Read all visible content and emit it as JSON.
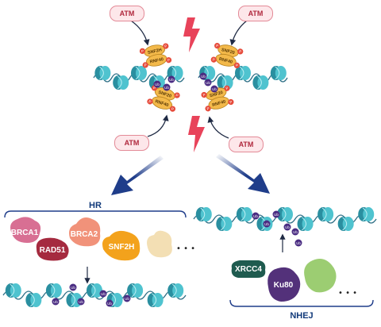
{
  "kinase": {
    "label": "ATM"
  },
  "remodeler": {
    "snf2h": "SNF2H",
    "rnf40": "RNF40",
    "snf20": "SNF20",
    "phospho": "P"
  },
  "ubiquitin": "Ub",
  "hr": {
    "title": "HR",
    "proteins": [
      "BRCA1",
      "RAD51",
      "BRCA2",
      "SNF2H"
    ],
    "ellipsis": "• • •"
  },
  "nhej": {
    "title": "NHEJ",
    "proteins": [
      "XRCC4",
      "Ku80"
    ],
    "ellipsis": "• • •"
  },
  "colors": {
    "nucleosome": "#4fc3cf",
    "nucleosome_dark": "#2a8fa0",
    "dna": "#2f6f86",
    "remodeler": "#f3b94a",
    "remodeler_edge": "#b7821d",
    "phospho": "#e64b3b",
    "ubiquitin": "#4a2c82",
    "arrow": "#1f3d8a",
    "bolt": "#e8435a",
    "brca1": "#d86f93",
    "rad51": "#a52a3f",
    "brca2": "#f1927a",
    "snf2h_protein": "#f3a21c",
    "xrcc4": "#1f5b4f",
    "ku80": "#53317a",
    "green_protein": "#9ccd72",
    "beige_protein": "#f3dfb4"
  }
}
